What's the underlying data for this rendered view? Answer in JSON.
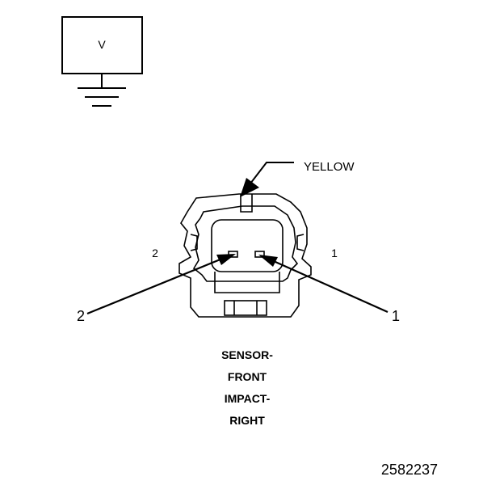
{
  "meter": {
    "label": "V"
  },
  "connector": {
    "color_label": "YELLOW",
    "pin_left_label": "2",
    "pin_right_label": "1",
    "callout_left": "2",
    "callout_right": "1"
  },
  "caption": {
    "lines": [
      "SENSOR-",
      "FRONT",
      "IMPACT-",
      "RIGHT"
    ]
  },
  "figure_id": "2582237"
}
